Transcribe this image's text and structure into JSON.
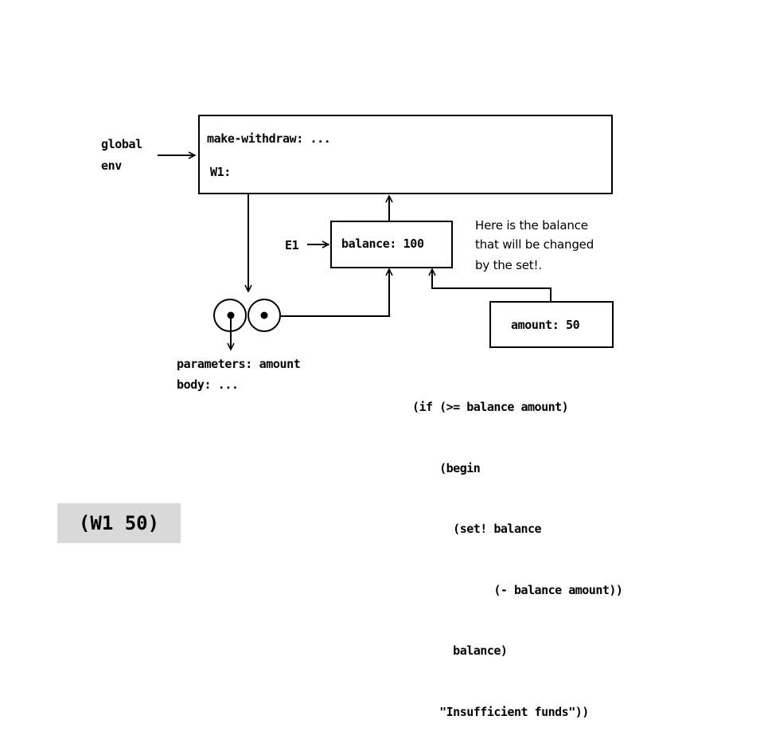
{
  "global_env": {
    "label_line1": "global",
    "label_line2": "env",
    "binding_make_withdraw": "make-withdraw: ...",
    "binding_w1": "W1:"
  },
  "e1": {
    "label": "E1",
    "binding": "balance: 100"
  },
  "note": {
    "line1": "Here is the balance",
    "line2": "that will be changed",
    "line3": "by the set!."
  },
  "amount_frame": {
    "binding": "amount: 50"
  },
  "procedure": {
    "parameters": "parameters: amount",
    "body": "body: ..."
  },
  "code": {
    "line1": "(if (>= balance amount)",
    "line2": "    (begin",
    "line3": "      (set! balance",
    "line4": "            (- balance amount))",
    "line5": "      balance)",
    "line6": "    \"Insufficient funds\"))"
  },
  "caption": "(W1 50)"
}
